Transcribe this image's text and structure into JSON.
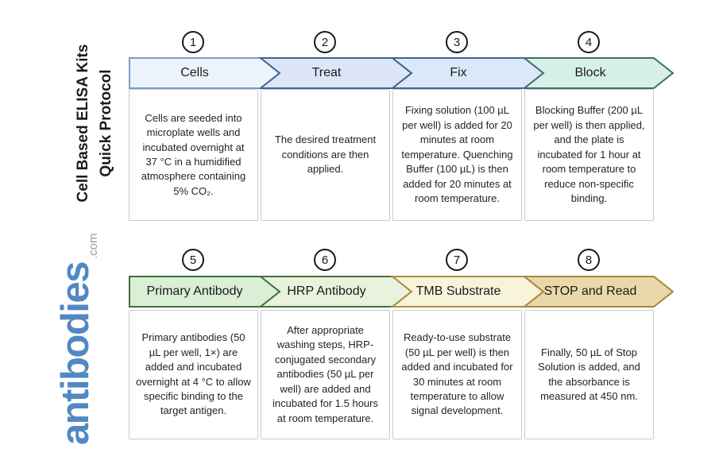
{
  "title": {
    "line1": "Cell Based ELISA Kits",
    "line2": "Quick Protocol"
  },
  "brand": {
    "name": "antibodies",
    "suffix": ".com",
    "name_color": "#5288c2",
    "suffix_color": "#9b9b9b"
  },
  "steps": [
    {
      "number": "1",
      "label": "Cells",
      "description": "Cells are seeded into microplate wells and incubated overnight at 37 °C in a humidified atmosphere containing 5% CO₂.",
      "fill": "#edf3fb",
      "stroke": "#7c9dc6"
    },
    {
      "number": "2",
      "label": "Treat",
      "description": "The desired treatment conditions are then applied.",
      "fill": "#dde5f7",
      "stroke": "#3f6494"
    },
    {
      "number": "3",
      "label": "Fix",
      "description": "Fixing solution (100 µL per well) is added for 20 minutes at room temperature. Quenching Buffer (100 µL) is then added for 20 minutes at room temperature.",
      "fill": "#dbe8f9",
      "stroke": "#3f6494"
    },
    {
      "number": "4",
      "label": "Block",
      "description": "Blocking Buffer (200 µL per well) is then applied, and the plate is incubated for 1 hour at room temperature to reduce non-specific binding.",
      "fill": "#d7f0e7",
      "stroke": "#3e6f68"
    },
    {
      "number": "5",
      "label": "Primary Antibody",
      "description": "Primary antibodies (50 µL per well, 1×) are added and incubated overnight at 4 °C to allow specific binding to the target antigen.",
      "fill": "#dbeed6",
      "stroke": "#3f6f38"
    },
    {
      "number": "6",
      "label": "HRP Antibody",
      "description": "After appropriate washing steps, HRP-conjugated secondary antibodies (50 µL per well) are added and incubated for 1.5 hours at room temperature.",
      "fill": "#e8f2dc",
      "stroke": "#47713a"
    },
    {
      "number": "7",
      "label": "TMB Substrate",
      "description": "Ready-to-use substrate (50 µL per well) is then added and incubated for 30 minutes at room temperature to allow signal development.",
      "fill": "#f8f4da",
      "stroke": "#ac8d47"
    },
    {
      "number": "8",
      "label": "STOP and Read",
      "description": "Finally, 50 µL of Stop Solution is added, and the absorbance is measured at 450 nm.",
      "fill": "#e9d9a8",
      "stroke": "#a5873e"
    }
  ]
}
